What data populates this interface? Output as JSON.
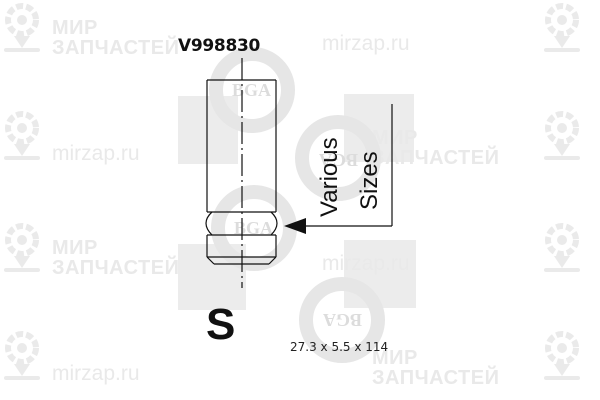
{
  "part": {
    "code": "V998830",
    "type_letter": "S",
    "dimensions": "27.3 x 5.5 x 114",
    "annotation_line1": "Various",
    "annotation_line2": "Sizes"
  },
  "watermarks": {
    "brand_ru_line1": "МИР",
    "brand_ru_line2": "ЗАПЧАСТЕЙ",
    "site": "mirzap.ru",
    "logo_text": "BGA",
    "color": "#e9e9e9"
  },
  "colors": {
    "line": "#111111",
    "background": "#ffffff"
  }
}
